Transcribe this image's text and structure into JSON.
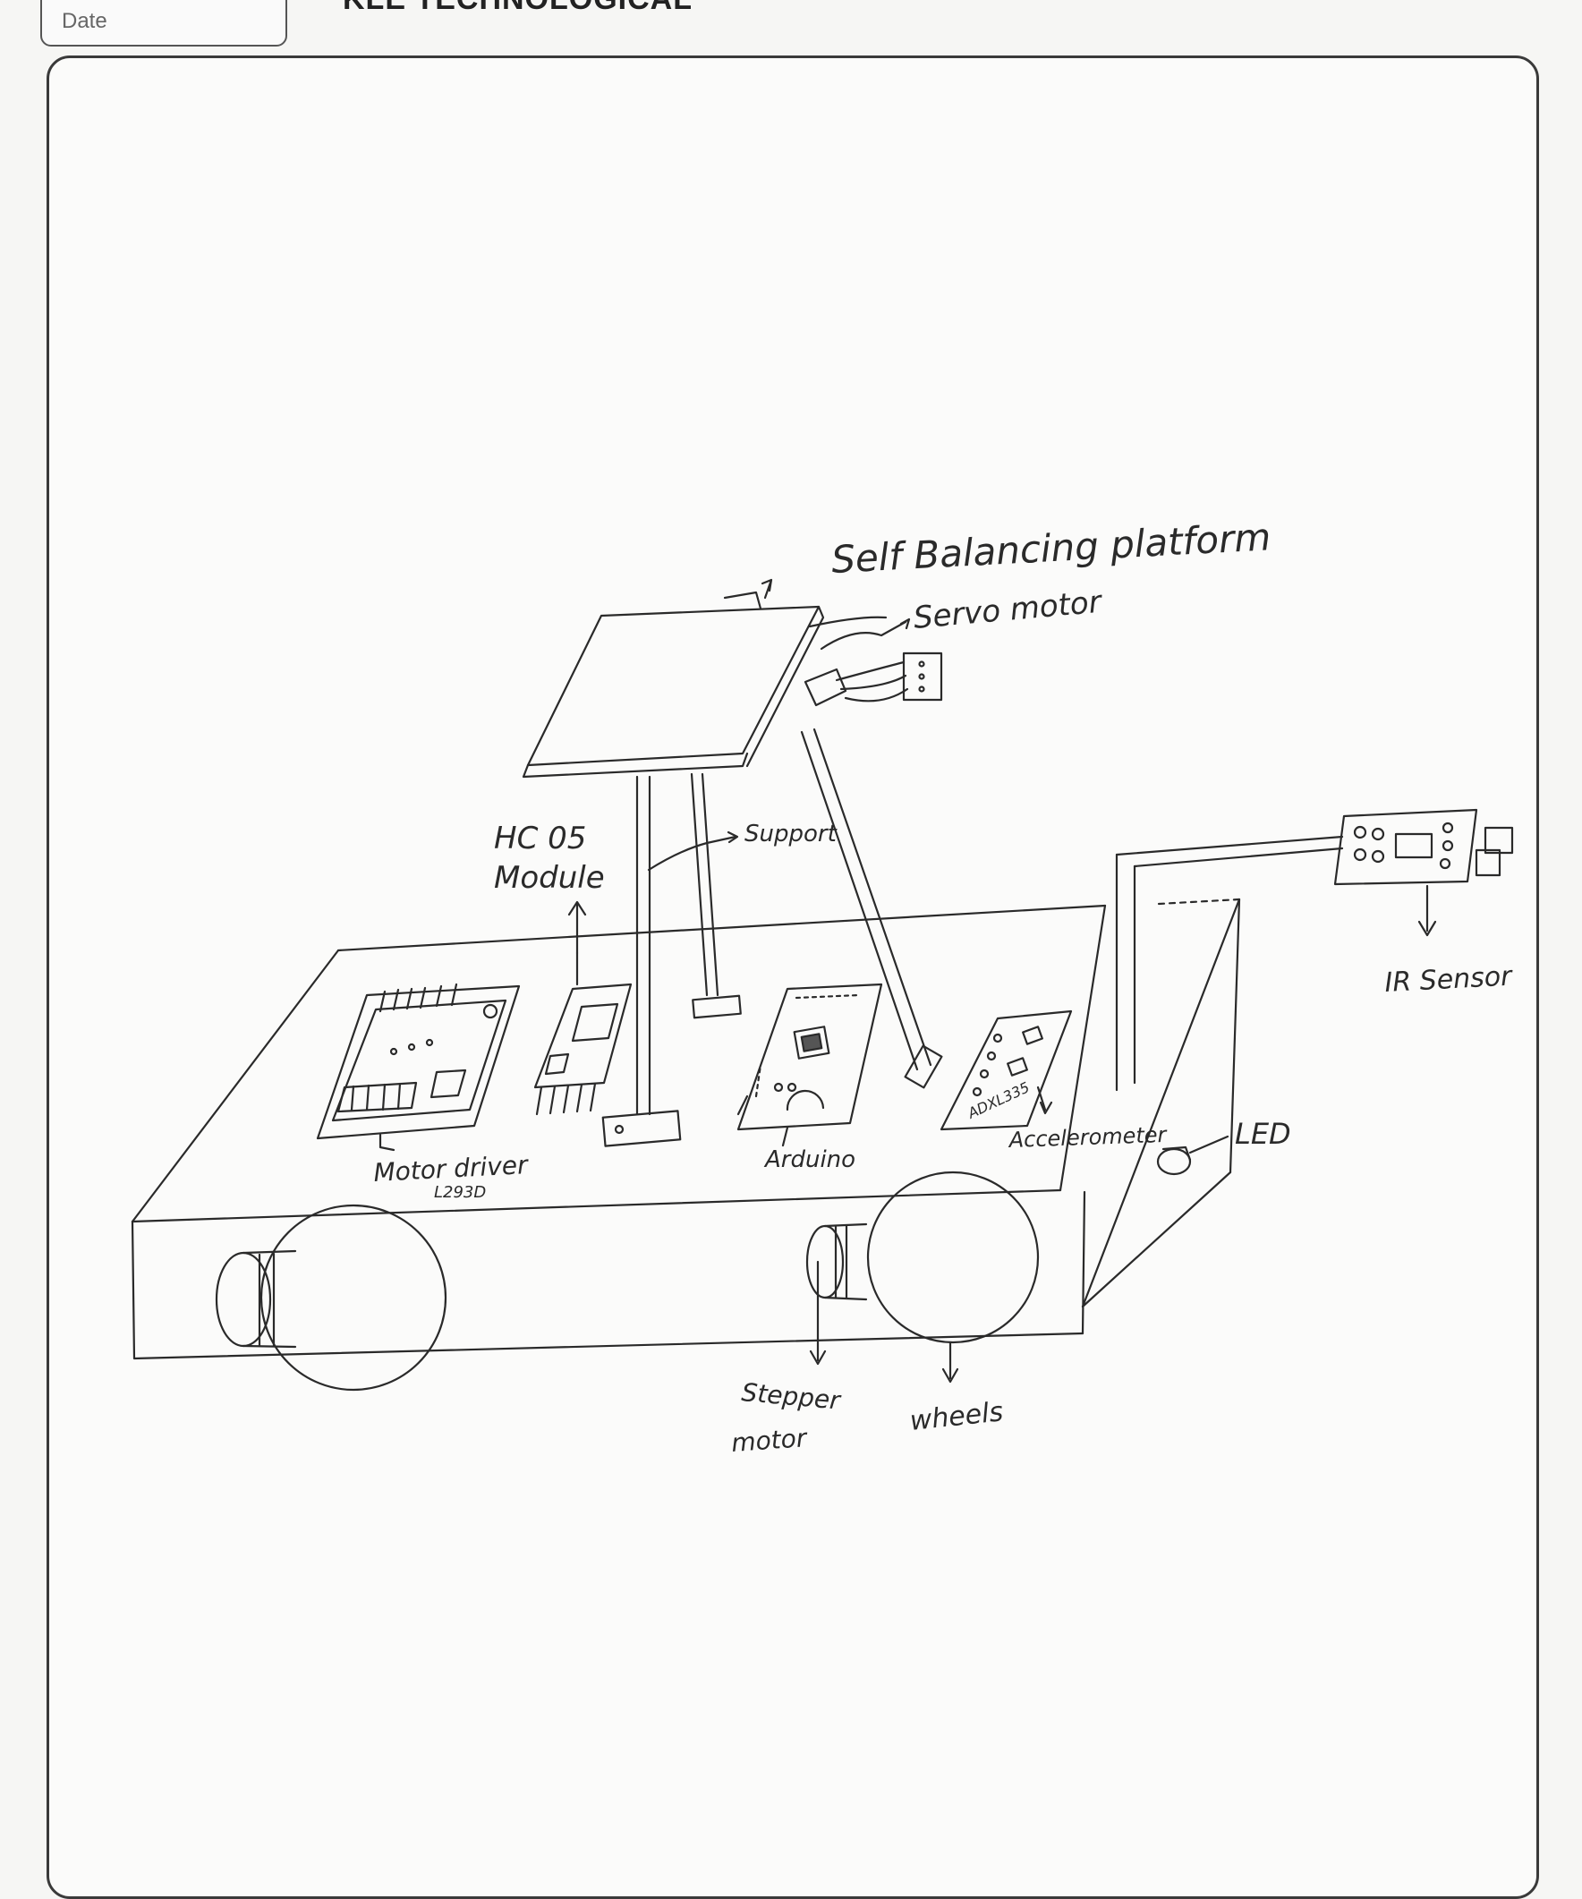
{
  "header": {
    "date_label": "Date",
    "title": "KLE TECHNOLOGICAL"
  },
  "labels": {
    "self_balancing_platform": "Self Balancing platform",
    "servo_motor": "Servo motor",
    "hc05_line1": "HC 05",
    "hc05_line2": "Module",
    "support": "Support",
    "ir_sensor": "IR Sensor",
    "motor_driver_line1": "Motor driver",
    "motor_driver_line2": "L293D",
    "arduino": "Arduino",
    "accelerometer_chip": "ADXL335",
    "accelerometer": "Accelerometer",
    "led": "LED",
    "stepper_line1": "Stepper",
    "stepper_line2": "motor",
    "wheels": "wheels"
  },
  "colors": {
    "ink": "#2a2a2a",
    "paper": "#fbfbfa",
    "frame": "#3a3a3a"
  }
}
